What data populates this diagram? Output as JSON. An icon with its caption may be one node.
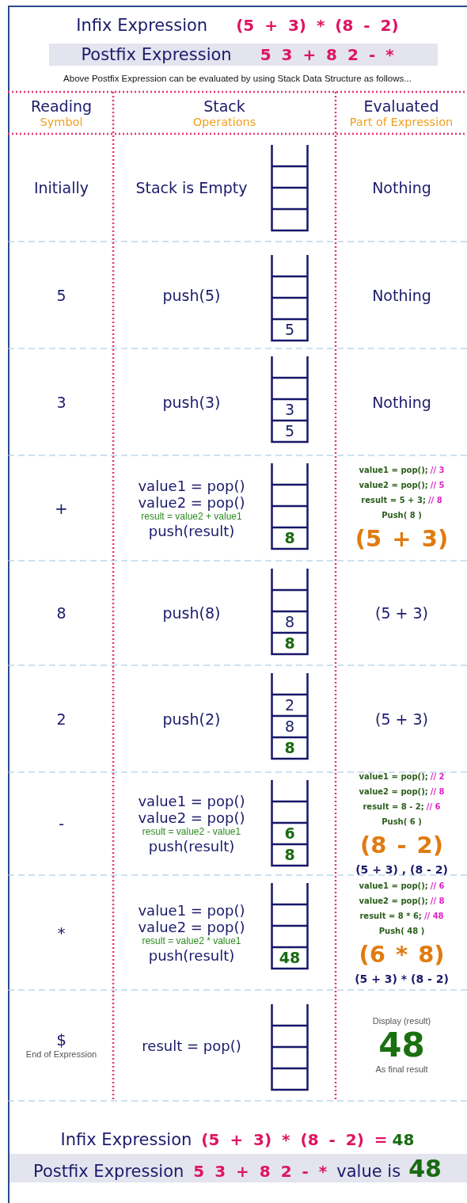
{
  "diagram": {
    "nodes": [
      {
        "text": [],
        "shape": "box"
      },
      {
        "text": [
          "5"
        ]
      },
      {
        "text": [
          "3",
          "5"
        ]
      },
      {
        "text": [
          "8"
        ]
      },
      {
        "text": [
          "8",
          "8"
        ]
      },
      {
        "text": [
          "2",
          "8",
          "8"
        ]
      },
      {
        "text": [
          "6",
          "8"
        ]
      },
      {
        "text": [
          "48"
        ]
      },
      {
        "text": [],
        "shape": "box"
      }
    ],
    "labels": [
      "Infix Expression",
      "(5 + 3) * (8 - 2)",
      "Postfix Expression",
      "5 3 + 8 2 - *",
      "Above Postfix Expression can be evaluated by using Stack Data Structure as follows...",
      "Reading",
      "Symbol",
      "Stack",
      "Operations",
      "Evaluated",
      "Part of Expression",
      "Initially",
      "Stack is Empty",
      "Nothing",
      "5",
      "push(5)",
      "Nothing",
      "3",
      "push(3)",
      "Nothing",
      "+",
      "value1 = pop()",
      "value2 = pop()",
      "result = value2 + value1",
      "push(result)",
      "value1 = pop();",
      "// 3",
      "value2 = pop();",
      "// 5",
      "result = 5 + 3;",
      "// 8",
      "Push( 8 )",
      "(5 + 3)",
      "8",
      "push(8)",
      "(5 + 3)",
      "2",
      "push(2)",
      "(5 + 3)",
      "-",
      "value1 = pop()",
      "value2 = pop()",
      "result = value2 - value1",
      "push(result)",
      "value1 = pop();",
      "// 2",
      "value2 = pop();",
      "// 8",
      "result = 8 - 2;",
      "// 6",
      "Push( 6 )",
      "(8 - 2)",
      "(5 + 3) , (8 - 2)",
      "*",
      "value1 = pop()",
      "value2 = pop()",
      "result = value2 * value1",
      "push(result)",
      "value1 = pop();",
      "// 6",
      "value2 = pop();",
      "// 8",
      "result = 8 * 6;",
      "// 48",
      "Push( 48 )",
      "(6 * 8)",
      "(5 + 3) * (8 - 2)",
      "$",
      "End of Expression",
      "result = pop()",
      "Display (result)",
      "48",
      "As final result",
      "Infix Expression",
      "(5 + 3) * (8 - 2) =",
      "48",
      "Postfix Expression",
      "5 3 + 8 2 - *",
      "value is",
      "48"
    ]
  }
}
